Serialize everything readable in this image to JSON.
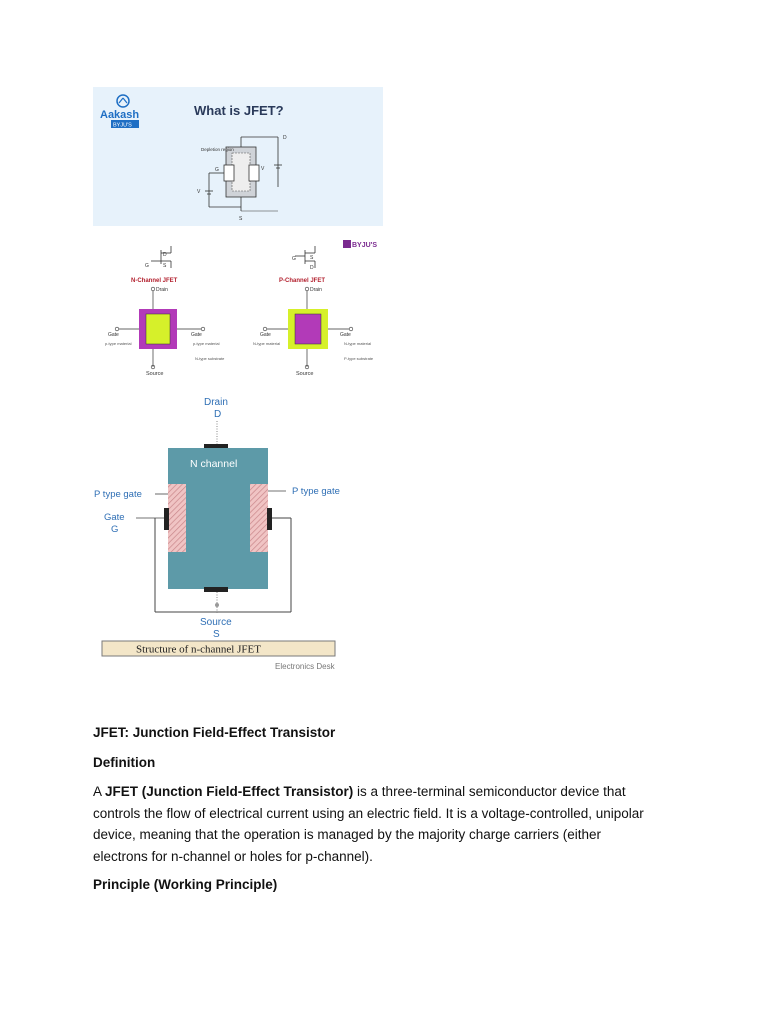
{
  "figure1": {
    "brand_name": "Aakash",
    "brand_sub": "BYJU'S",
    "title": "What is JFET?",
    "labels": {
      "depletion": "Depletion region",
      "d": "D",
      "s": "S",
      "g": "G",
      "vds": "V",
      "vgs": "V"
    }
  },
  "figure2": {
    "brand": "BYJU'S",
    "n_channel": {
      "title": "N-Channel JFET",
      "drain": "Drain",
      "gate_left": "Gate",
      "gate_right": "Gate",
      "material_left": "p-type material",
      "material_right": "p-type material",
      "bottom_note": "N-type substrate",
      "source": "Source",
      "symbol_g": "G",
      "symbol_d": "D",
      "symbol_s": "S"
    },
    "p_channel": {
      "title": "P-Channel JFET",
      "drain": "Drain",
      "gate_left": "Gate",
      "gate_right": "Gate",
      "material_left": "N-type material",
      "material_right": "N-type material",
      "bottom_note": "P-type substrate",
      "source": "Source",
      "symbol_g": "G",
      "symbol_d": "D",
      "symbol_s": "S"
    }
  },
  "figure3": {
    "drain": "Drain",
    "drain_letter": "D",
    "channel": "N channel",
    "p_gate_left": "P type gate",
    "p_gate_right": "P type gate",
    "gate": "Gate",
    "gate_letter": "G",
    "source": "Source",
    "source_letter": "S",
    "caption": "Structure of n-channel JFET",
    "credit": "Electronics Desk"
  },
  "text": {
    "heading": "JFET: Junction Field-Effect Transistor",
    "definition_heading": "Definition",
    "para_a": "A ",
    "para_bold": "JFET (Junction Field-Effect Transistor)",
    "para_rest": " is a three-terminal semiconductor device that controls the flow of electrical current using an electric field. It is a voltage-controlled, unipolar device, meaning that the operation is managed by the majority charge carriers (either electrons for n-channel or holes for p-channel).",
    "principle_heading": "Principle (Working Principle)"
  },
  "colors": {
    "fig1_bg": "#e7f2fb",
    "brand_blue": "#1f6fc4",
    "magenta": "#b23ab8",
    "lime": "#d6f02a",
    "channel_teal": "#5d9aa8",
    "gate_pink": "#e4a4a6",
    "label_blue": "#2f6fb5"
  }
}
